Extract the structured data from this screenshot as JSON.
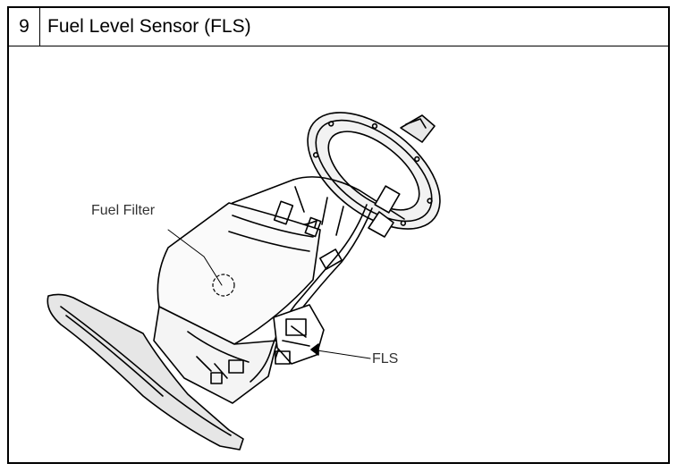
{
  "section": {
    "number": "9",
    "title": "Fuel Level Sensor (FLS)"
  },
  "diagram": {
    "labels": {
      "fuel_filter": "Fuel Filter",
      "fls": "FLS"
    }
  }
}
